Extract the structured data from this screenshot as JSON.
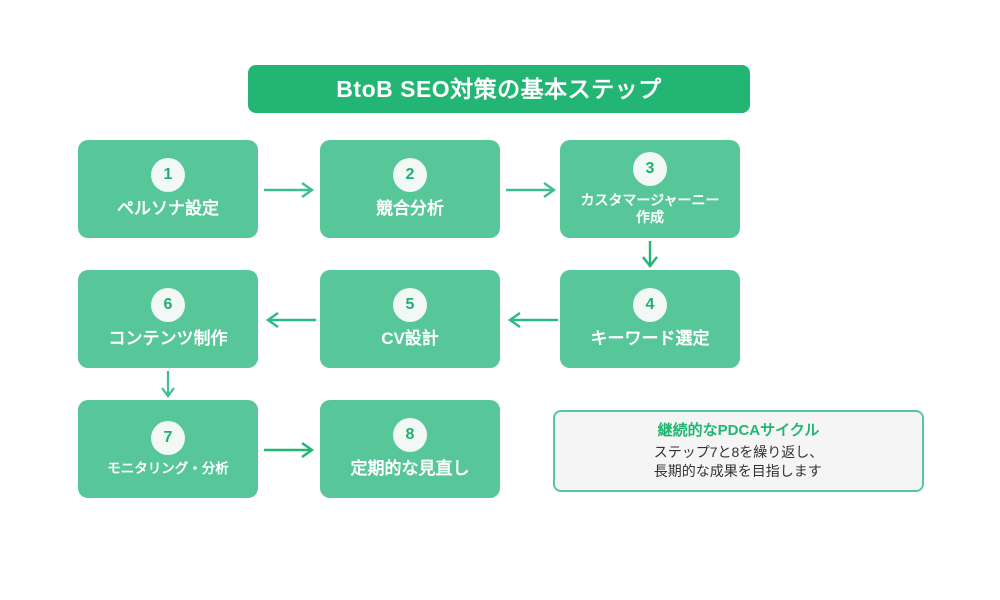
{
  "title": {
    "text": "BtoB SEO対策の基本ステップ",
    "bar_color": "#22b573",
    "text_color": "#ffffff"
  },
  "colors": {
    "box_fill": "#57c79a",
    "box_text": "#ffffff",
    "badge_fill": "#f2f8f5",
    "badge_text": "#1faf6e",
    "arrow_primary": "#22b573",
    "arrow_secondary": "#3cbf8c",
    "note_fill": "#f5f5f5",
    "note_border": "#57c79a",
    "note_heading": "#22b573",
    "note_body": "#333333",
    "background": "#ffffff"
  },
  "steps": [
    {
      "number": "1",
      "label": "ペルソナ設定",
      "size": "normal"
    },
    {
      "number": "2",
      "label": "競合分析",
      "size": "normal"
    },
    {
      "number": "3",
      "label": "カスタマージャーニー\n作成",
      "size": "small"
    },
    {
      "number": "4",
      "label": "キーワード選定",
      "size": "normal"
    },
    {
      "number": "5",
      "label": "CV設計",
      "size": "normal"
    },
    {
      "number": "6",
      "label": "コンテンツ制作",
      "size": "normal"
    },
    {
      "number": "7",
      "label": "モニタリング・分析",
      "size": "xsmall"
    },
    {
      "number": "8",
      "label": "定期的な見直し",
      "size": "normal"
    }
  ],
  "connectors": [
    {
      "id": "arrow-1-2",
      "direction": "right",
      "from": "1",
      "to": "2"
    },
    {
      "id": "arrow-2-3",
      "direction": "right",
      "from": "2",
      "to": "3"
    },
    {
      "id": "arrow-3-4",
      "direction": "down",
      "from": "3",
      "to": "4"
    },
    {
      "id": "arrow-4-5",
      "direction": "left",
      "from": "4",
      "to": "5"
    },
    {
      "id": "arrow-5-6",
      "direction": "left",
      "from": "5",
      "to": "6"
    },
    {
      "id": "arrow-6-7",
      "direction": "down",
      "from": "6",
      "to": "7"
    },
    {
      "id": "arrow-7-8",
      "direction": "right",
      "from": "7",
      "to": "8"
    }
  ],
  "note": {
    "heading": "継続的なPDCAサイクル",
    "body": "ステップ7と8を繰り返し、\n長期的な成果を目指します"
  }
}
